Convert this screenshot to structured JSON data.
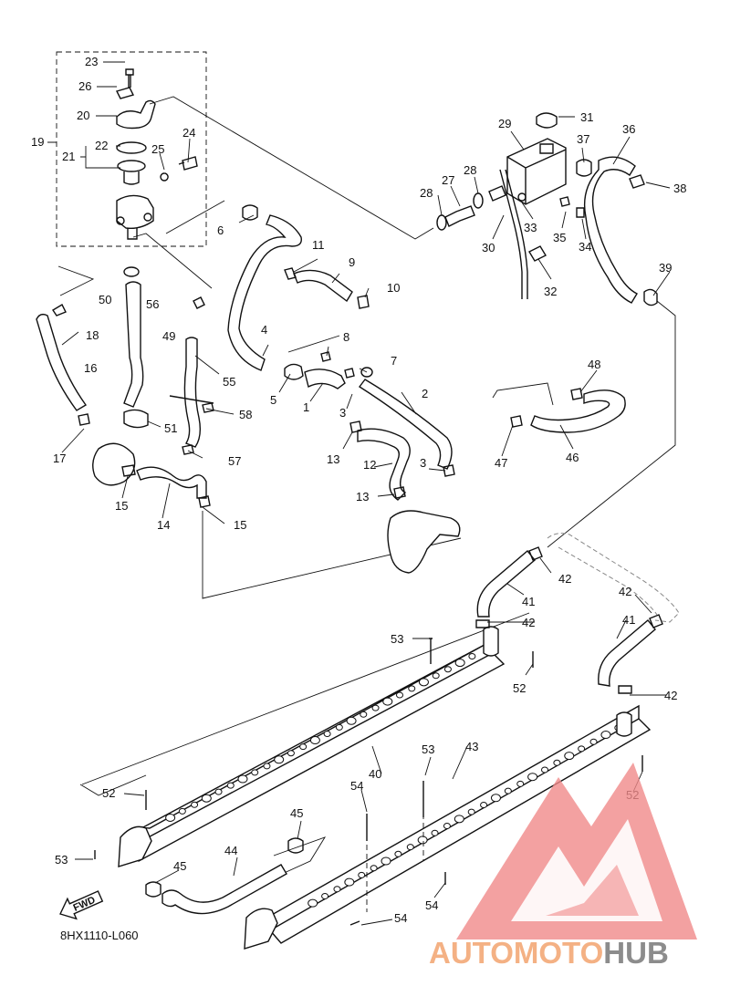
{
  "diagram_code": "8HX1110-L060",
  "fwd_label": "FWD",
  "watermark": {
    "part1": "AUTOMOTO",
    "part2": "HUB",
    "color1": "#f4b184",
    "color2": "#8c8c8c",
    "triangle_color": "#f08a8a"
  },
  "part_labels": [
    {
      "id": "23",
      "text": "23"
    },
    {
      "id": "26",
      "text": "26"
    },
    {
      "id": "20",
      "text": "20"
    },
    {
      "id": "19",
      "text": "19"
    },
    {
      "id": "22",
      "text": "22"
    },
    {
      "id": "21",
      "text": "21"
    },
    {
      "id": "25",
      "text": "25"
    },
    {
      "id": "24",
      "text": "24"
    },
    {
      "id": "6",
      "text": "6"
    },
    {
      "id": "11",
      "text": "11"
    },
    {
      "id": "9",
      "text": "9"
    },
    {
      "id": "10",
      "text": "10"
    },
    {
      "id": "50",
      "text": "50"
    },
    {
      "id": "56",
      "text": "56"
    },
    {
      "id": "18",
      "text": "18"
    },
    {
      "id": "49",
      "text": "49"
    },
    {
      "id": "16",
      "text": "16"
    },
    {
      "id": "4",
      "text": "4"
    },
    {
      "id": "8",
      "text": "8"
    },
    {
      "id": "7",
      "text": "7"
    },
    {
      "id": "5",
      "text": "5"
    },
    {
      "id": "1",
      "text": "1"
    },
    {
      "id": "55",
      "text": "55"
    },
    {
      "id": "2",
      "text": "2"
    },
    {
      "id": "3a",
      "text": "3"
    },
    {
      "id": "58",
      "text": "58"
    },
    {
      "id": "51",
      "text": "51"
    },
    {
      "id": "17",
      "text": "17"
    },
    {
      "id": "13a",
      "text": "13"
    },
    {
      "id": "57",
      "text": "57"
    },
    {
      "id": "12",
      "text": "12"
    },
    {
      "id": "3b",
      "text": "3"
    },
    {
      "id": "15a",
      "text": "15"
    },
    {
      "id": "13b",
      "text": "13"
    },
    {
      "id": "14",
      "text": "14"
    },
    {
      "id": "15b",
      "text": "15"
    },
    {
      "id": "29",
      "text": "29"
    },
    {
      "id": "31",
      "text": "31"
    },
    {
      "id": "36",
      "text": "36"
    },
    {
      "id": "37",
      "text": "37"
    },
    {
      "id": "28a",
      "text": "28"
    },
    {
      "id": "27",
      "text": "27"
    },
    {
      "id": "28b",
      "text": "28"
    },
    {
      "id": "38",
      "text": "38"
    },
    {
      "id": "33",
      "text": "33"
    },
    {
      "id": "35",
      "text": "35"
    },
    {
      "id": "34",
      "text": "34"
    },
    {
      "id": "30",
      "text": "30"
    },
    {
      "id": "39",
      "text": "39"
    },
    {
      "id": "32",
      "text": "32"
    },
    {
      "id": "48",
      "text": "48"
    },
    {
      "id": "47",
      "text": "47"
    },
    {
      "id": "46",
      "text": "46"
    },
    {
      "id": "42a",
      "text": "42"
    },
    {
      "id": "41a",
      "text": "41"
    },
    {
      "id": "42b",
      "text": "42"
    },
    {
      "id": "42c",
      "text": "42"
    },
    {
      "id": "53a",
      "text": "53"
    },
    {
      "id": "52a",
      "text": "52"
    },
    {
      "id": "41b",
      "text": "41"
    },
    {
      "id": "42d",
      "text": "42"
    },
    {
      "id": "53b",
      "text": "53"
    },
    {
      "id": "43",
      "text": "43"
    },
    {
      "id": "40",
      "text": "40"
    },
    {
      "id": "52b",
      "text": "52"
    },
    {
      "id": "54a",
      "text": "54"
    },
    {
      "id": "52c",
      "text": "52"
    },
    {
      "id": "45a",
      "text": "45"
    },
    {
      "id": "44",
      "text": "44"
    },
    {
      "id": "53c",
      "text": "53"
    },
    {
      "id": "45b",
      "text": "45"
    },
    {
      "id": "54b",
      "text": "54"
    },
    {
      "id": "54c",
      "text": "54"
    }
  ]
}
